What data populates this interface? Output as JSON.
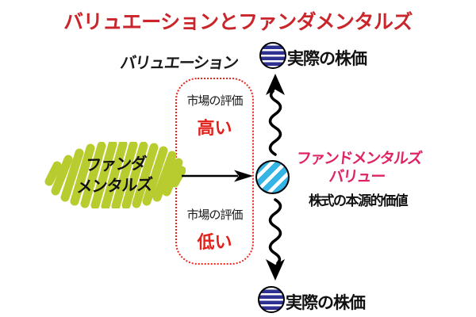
{
  "title": "バリュエーションとファンダメンタルズ",
  "valuation_label": "バリュエーション",
  "evaluation_box": {
    "high": {
      "caption": "市場の評価",
      "value": "高い"
    },
    "low": {
      "caption": "市場の評価",
      "value": "低い"
    }
  },
  "fundamentals_blob": {
    "line1": "ファンダ",
    "line2": "メンタルズ"
  },
  "fundamentals_value": {
    "title_line1": "ファンドメンタルズ",
    "title_line2": "バリュー",
    "subtitle": "株式の本源的価値"
  },
  "actual_price": {
    "top": "実際の株価",
    "bottom": "実際の株価"
  },
  "colors": {
    "title_red": "#c9252b",
    "emphasis_red": "#e3201a",
    "dashed_box_red": "#e8251f",
    "pink": "#e02365",
    "scribble_green": "#b9cc2f",
    "stripe_navy": "#2e3192",
    "stripe_cyan": "#35b5e5"
  }
}
